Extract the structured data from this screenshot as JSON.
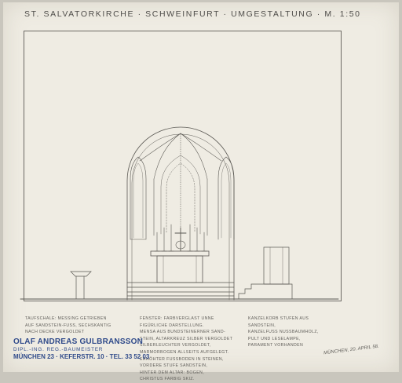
{
  "sheet": {
    "title": "ST. SALVATORKIRCHE · SCHWEINFURT · UMGESTALTUNG · M. 1:50"
  },
  "notes": {
    "column1": [
      "TAUFSCHALE: MESSING GETRIEBEN",
      "AUF SANDSTEIN-FUSS, SECHSKANTIG",
      "NACH DECKE VERGOLDET"
    ],
    "column2": [
      "FENSTER: FARBVERGLAST UNNE",
      "FIGÜRLICHE DARSTELLUNG.",
      "MENSA AUS BUNDSTEINERNER SAND-",
      "STEIN, ALTARKREUZ SILBER VERGOLDET",
      "SILBERLEUCHTER VERGOLDET,",
      "MARMORBOGEN ALLSEITS AUFGELEGT.",
      "ERHÖHTER FUSSBODEN IN STEINEN,",
      "VORDERE STUFE SANDSTEIN,",
      "HINTER DEM ALTAR: BOGEN,",
      "CHRISTUS FARBIG SKIZ."
    ],
    "column3": [
      "KANZELKORB STUFEN AUS",
      "SANDSTEIN,",
      "KANZELFUSS NUSSBAUMHOLZ,",
      "PULT UND LESELAMPE,",
      "PARAMENT VORHANDEN"
    ]
  },
  "stamp": {
    "name": "OLAF ANDREAS GULBRANSSON",
    "degree": "DIPL.-ING. REG.-BAUMEISTER",
    "address": "MÜNCHEN 23 · KEFERSTR. 10 · TEL. 33 52 03"
  },
  "signature": "MÜNCHEN, 20. APRIL 58.",
  "colors": {
    "paper": "#efece3",
    "pencil": "#5e5c58",
    "stamp_ink": "#2f4a8a"
  }
}
